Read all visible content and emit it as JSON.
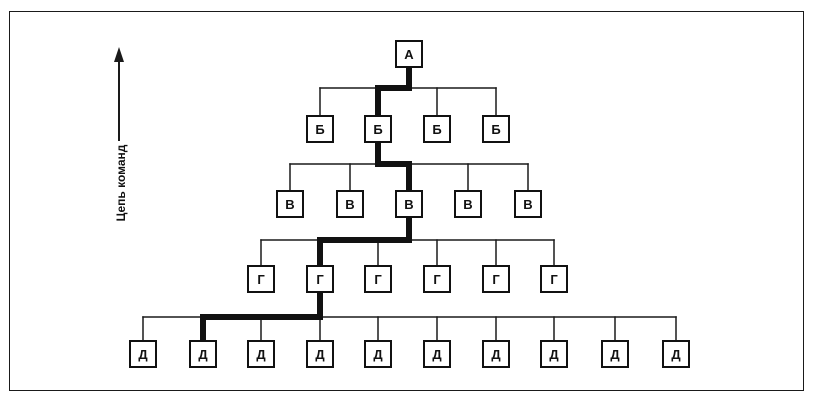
{
  "diagram": {
    "axis_label": "Цепь команд",
    "levels": [
      {
        "letter": "А",
        "count": 1,
        "highlight_index": 0
      },
      {
        "letter": "Б",
        "count": 4,
        "highlight_index": 1
      },
      {
        "letter": "В",
        "count": 5,
        "highlight_index": 2
      },
      {
        "letter": "Г",
        "count": 6,
        "highlight_index": 1
      },
      {
        "letter": "Д",
        "count": 10,
        "highlight_index": 1
      }
    ],
    "colors": {
      "line": "#1a1a1a",
      "chain": "#111111"
    }
  }
}
